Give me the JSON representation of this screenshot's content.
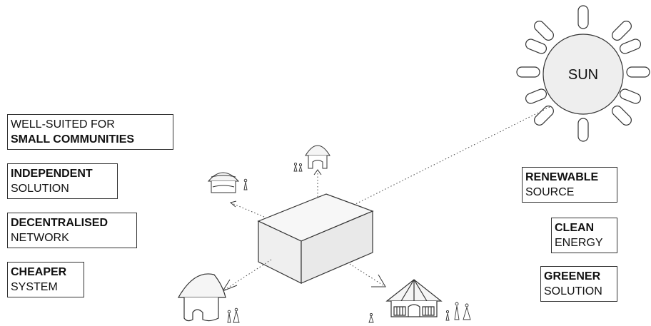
{
  "sun": {
    "label": "SUN"
  },
  "left_labels": [
    {
      "regular_top": "WELL-SUITED FOR",
      "bold": "SMALL COMMUNITIES"
    },
    {
      "bold": "INDEPENDENT",
      "regular": "SOLUTION"
    },
    {
      "bold": "DECENTRALISED",
      "regular": "NETWORK"
    },
    {
      "bold": "CHEAPER",
      "regular": "SYSTEM"
    }
  ],
  "right_labels": [
    {
      "bold": "RENEWABLE",
      "regular": "SOURCE"
    },
    {
      "bold": "CLEAN",
      "regular": "ENERGY"
    },
    {
      "bold": "GREENER",
      "regular": "SOLUTION"
    }
  ],
  "colors": {
    "stroke": "#333333",
    "sun_fill": "#eeeeee",
    "box_fill": "#f0f0f0"
  },
  "icons": [
    "sun-icon",
    "battery-box-icon",
    "hut-icon",
    "person-icon"
  ]
}
